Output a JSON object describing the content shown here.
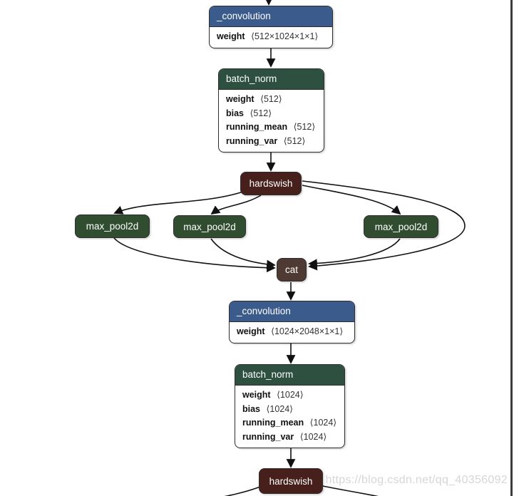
{
  "watermark": "https://blog.csdn.net/qq_40356092",
  "colors": {
    "conv_header": "#3a5b8c",
    "batchnorm_header": "#2d5041",
    "maxpool_bg": "#314d30",
    "hardswish_bg": "#47201c",
    "cat_bg": "#4e3a32",
    "edge": "#111111",
    "node_border": "#2d2d2d"
  },
  "nodes": {
    "conv1": {
      "title": "_convolution",
      "params": [
        {
          "name": "weight",
          "value": "⟨512×1024×1×1⟩"
        }
      ]
    },
    "bn1": {
      "title": "batch_norm",
      "params": [
        {
          "name": "weight",
          "value": "⟨512⟩"
        },
        {
          "name": "bias",
          "value": "⟨512⟩"
        },
        {
          "name": "running_mean",
          "value": "⟨512⟩"
        },
        {
          "name": "running_var",
          "value": "⟨512⟩"
        }
      ]
    },
    "hardswish1": {
      "title": "hardswish"
    },
    "maxpool_left": {
      "title": "max_pool2d"
    },
    "maxpool_mid": {
      "title": "max_pool2d"
    },
    "maxpool_right": {
      "title": "max_pool2d"
    },
    "cat": {
      "title": "cat"
    },
    "conv2": {
      "title": "_convolution",
      "params": [
        {
          "name": "weight",
          "value": "⟨1024×2048×1×1⟩"
        }
      ]
    },
    "bn2": {
      "title": "batch_norm",
      "params": [
        {
          "name": "weight",
          "value": "⟨1024⟩"
        },
        {
          "name": "bias",
          "value": "⟨1024⟩"
        },
        {
          "name": "running_mean",
          "value": "⟨1024⟩"
        },
        {
          "name": "running_var",
          "value": "⟨1024⟩"
        }
      ]
    },
    "hardswish2": {
      "title": "hardswish"
    }
  }
}
